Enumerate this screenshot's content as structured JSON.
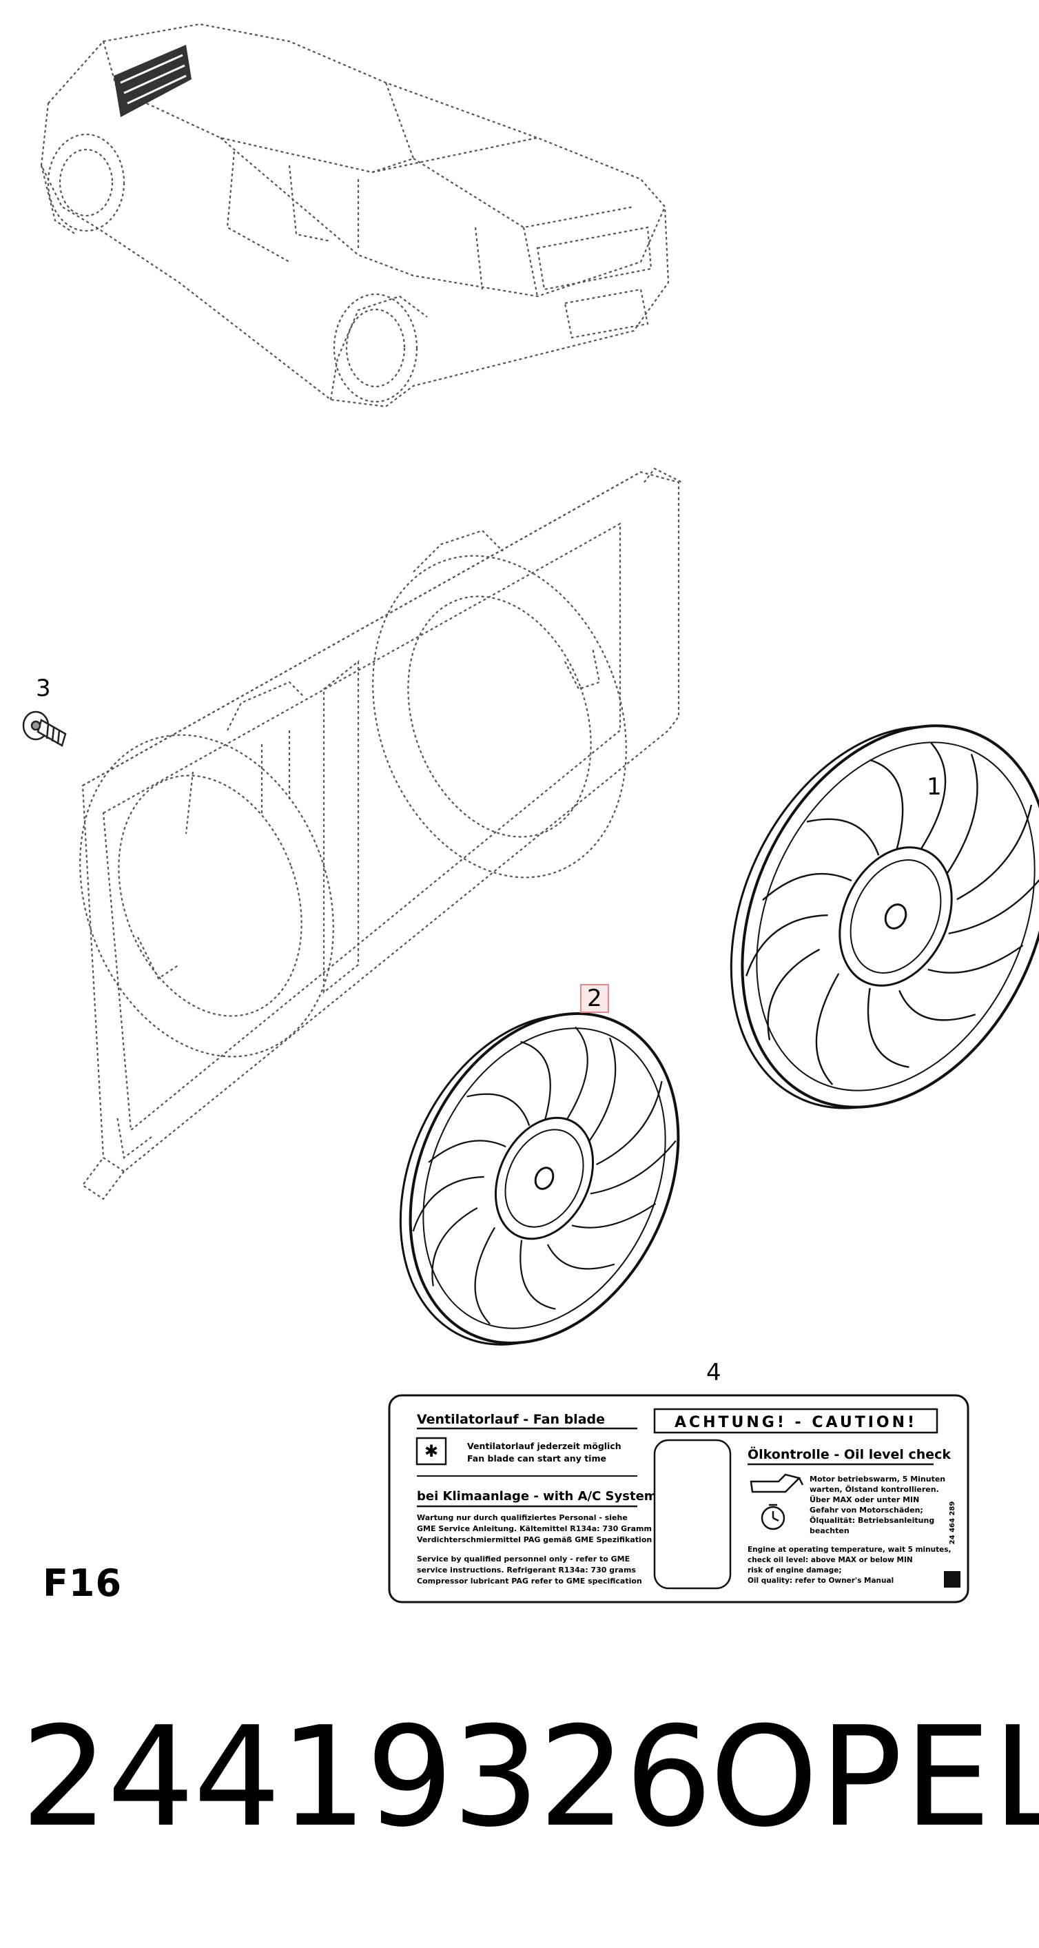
{
  "callouts": {
    "fan_large": "1",
    "fan_small": "2",
    "screw": "3",
    "label": "4"
  },
  "page_code": "F16",
  "part_number": "24419326",
  "brand": "OPEL",
  "warning_label": {
    "fan_title": "Ventilatorlauf - Fan blade",
    "fan_line1": "Ventilatorlauf jederzeit möglich",
    "fan_line2": "Fan blade can start any time",
    "ac_title": "bei Klimaanlage - with A/C System",
    "ac_de_1": "Wartung nur durch qualifiziertes Personal - siehe",
    "ac_de_2": "GME Service Anleitung. Kältemittel R134a: 730 Gramm",
    "ac_de_3": "Verdichterschmiermittel PAG gemäß GME Spezifikation",
    "ac_en_1": "Service by qualified personnel only - refer to GME",
    "ac_en_2": "service instructions. Refrigerant R134a: 730 grams",
    "ac_en_3": "Compressor lubricant PAG refer to GME specification",
    "caution_title": "ACHTUNG! - CAUTION!",
    "oil_title": "Ölkontrolle - Oil level check",
    "oil_de_1": "Motor betriebswarm, 5 Minuten",
    "oil_de_2": "warten, Ölstand kontrollieren.",
    "oil_de_3": "Über MAX oder unter MIN",
    "oil_de_4": "Gefahr von Motorschäden;",
    "oil_de_5": "Ölqualität: Betriebsanleitung",
    "oil_de_6": "beachten",
    "oil_en_1": "Engine at operating temperature, wait 5 minutes,",
    "oil_en_2": "check oil level: above MAX or below MIN",
    "oil_en_3": "risk of engine damage;",
    "oil_en_4": "Oil quality: refer to Owner's Manual",
    "label_code": "24 464 289"
  }
}
